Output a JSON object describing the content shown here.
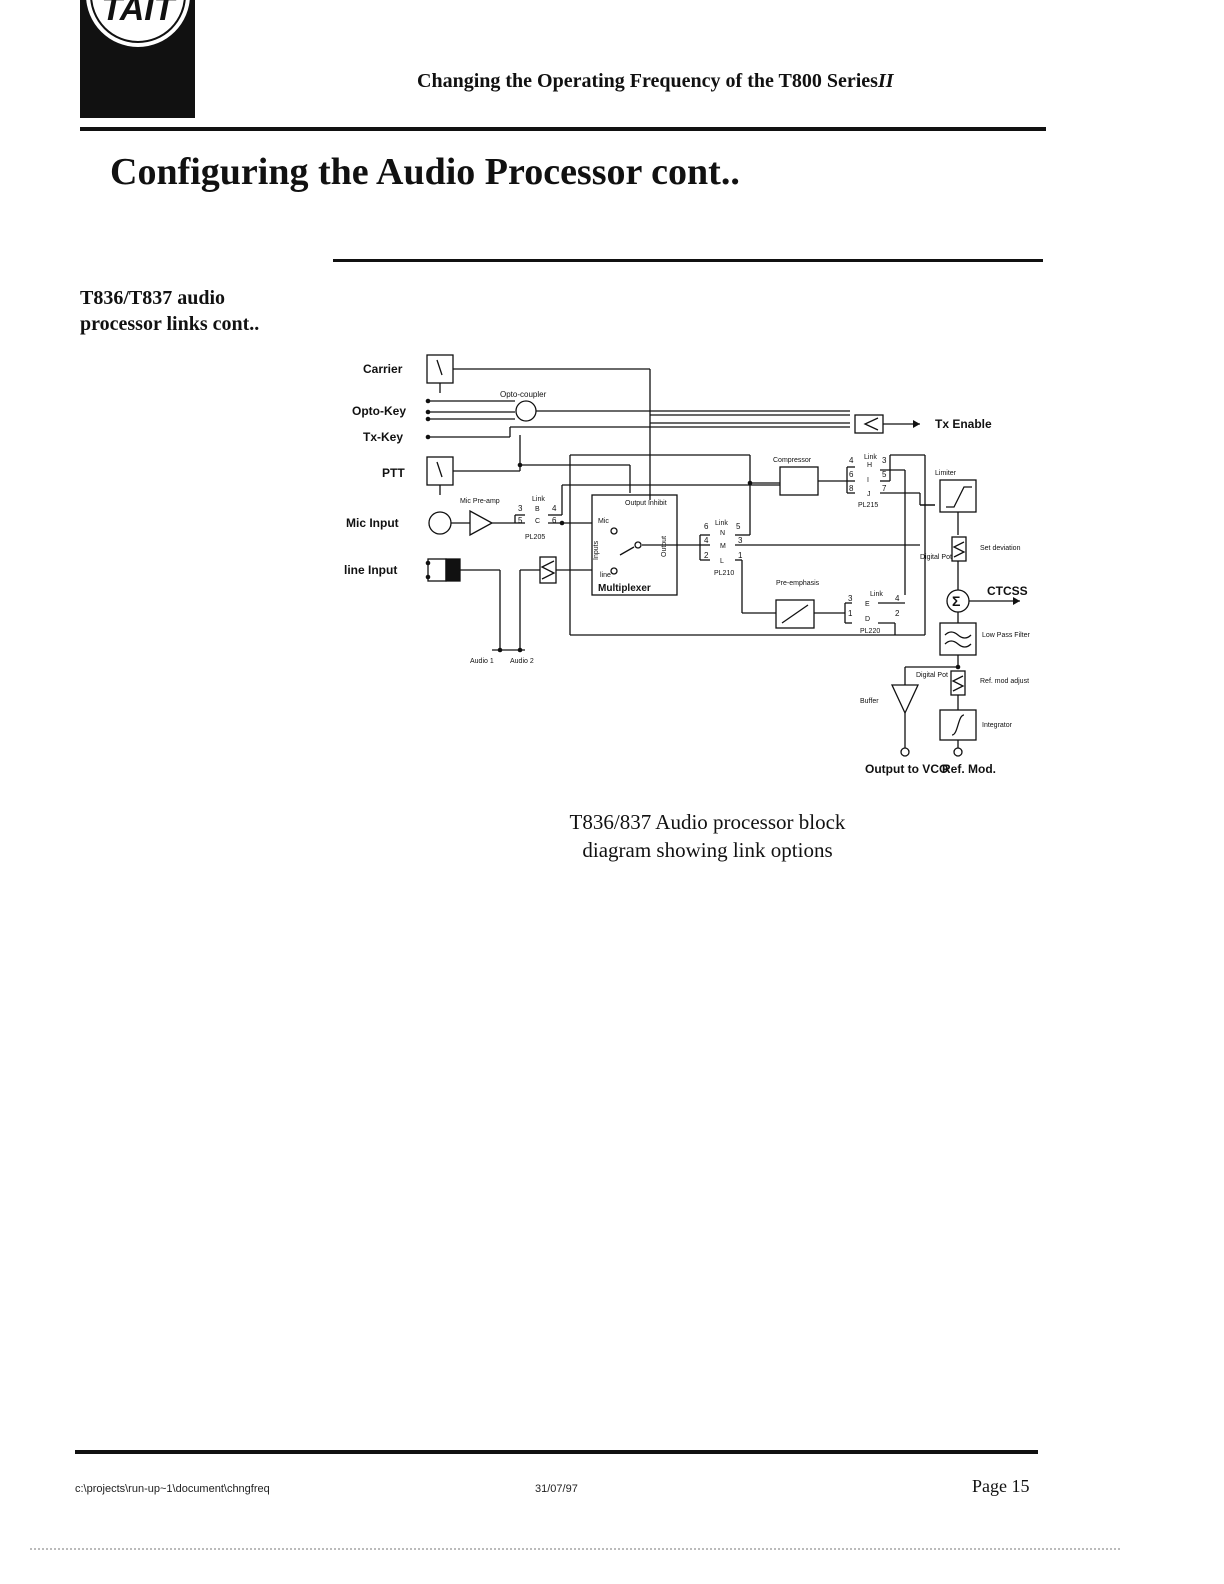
{
  "header": {
    "logo_text": "TAIT",
    "title": "Changing the Operating Frequency of the T800 Series",
    "title_suffix": "II"
  },
  "page_title": "Configuring the Audio Processor cont..",
  "side_heading": {
    "line1": "T836/T837 audio",
    "line2": "processor links cont.."
  },
  "diagram": {
    "inputs": [
      "Carrier",
      "Opto-Key",
      "Tx-Key",
      "PTT",
      "Mic Input",
      "line Input"
    ],
    "opto_coupler": "Opto-coupler",
    "tx_enable": "Tx Enable",
    "mic_preamp": "Mic Pre-amp",
    "link": "Link",
    "pl205": "PL205",
    "pl210": "PL210",
    "pl215": "PL215",
    "pl220": "PL220",
    "output_inhibit": "Output Inhibit",
    "inputs_label": "Inputs",
    "output_label": "Output",
    "mic_label": "Mic",
    "line_label": "line",
    "multiplexer": "Multiplexer",
    "compressor": "Compressor",
    "pre_emphasis": "Pre-emphasis",
    "limiter": "Limiter",
    "digital_pot": "Digital Pot",
    "set_deviation": "Set deviation",
    "ctcss": "CTCSS",
    "low_pass_filter": "Low Pass Filter",
    "ref_mod_adjust": "Ref. mod adjust",
    "buffer": "Buffer",
    "integrator": "Integrator",
    "output_to_vco": "Output to VCO",
    "ref_mod": "Ref. Mod.",
    "audio1": "Audio 1",
    "audio2": "Audio 2",
    "pins": {
      "b3": "3",
      "b4": "4",
      "c5": "5",
      "c6": "6",
      "b_letter": "B",
      "c_letter": "C",
      "n6": "6",
      "n5": "5",
      "m4": "4",
      "m3": "3",
      "l2": "2",
      "l1": "1",
      "n_letter": "N",
      "m_letter": "M",
      "l_letter": "L",
      "h4": "4",
      "h3": "3",
      "i6": "6",
      "i5": "5",
      "j8": "8",
      "j7": "7",
      "h_letter": "H",
      "i_letter": "I",
      "j_letter": "J",
      "e3": "3",
      "e4": "4",
      "d1": "1",
      "d2": "2",
      "e_letter": "E",
      "d_letter": "D"
    }
  },
  "caption": {
    "line1": "T836/837 Audio processor block",
    "line2": "diagram showing link options"
  },
  "footer": {
    "path": "c:\\projects\\run-up~1\\document\\chngfreq",
    "date": "31/07/97",
    "page": "Page 15"
  }
}
